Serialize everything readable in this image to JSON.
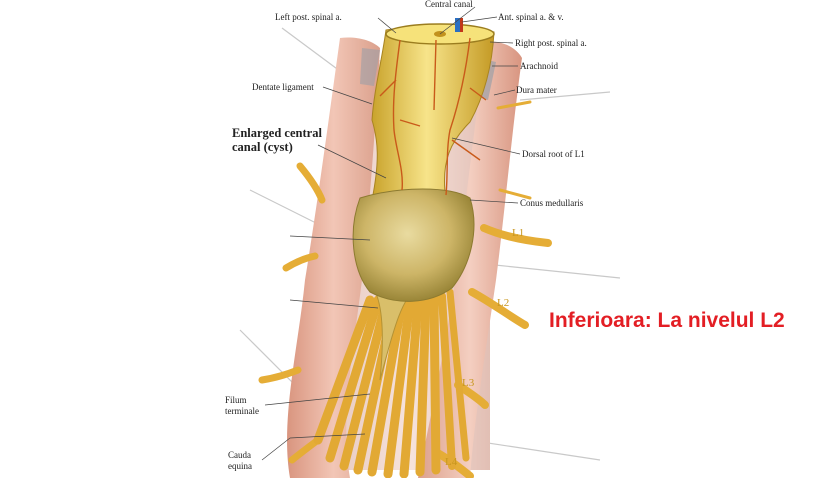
{
  "labels": {
    "central_canal": "Central canal",
    "left_post_spinal": "Left post. spinal a.",
    "ant_spinal": "Ant. spinal a. & v.",
    "right_post_spinal": "Right post. spinal a.",
    "arachnoid": "Arachnoid",
    "dentate_ligament": "Dentate ligament",
    "dura_mater": "Dura mater",
    "enlarged_line1": "Enlarged central",
    "enlarged_line2": "canal (cyst)",
    "dorsal_root": "Dorsal root of L1",
    "conus": "Conus medullaris",
    "filum_line1": "Filum",
    "filum_line2": "terminale",
    "cauda_line1": "Cauda",
    "cauda_line2": "equina"
  },
  "levels": {
    "l1": "L1",
    "l2": "L2",
    "l3": "L3",
    "l4": "L4"
  },
  "caption": "Inferioara: La nivelul L2",
  "colors": {
    "caption": "#e31e24",
    "dura": "#e9b6a6",
    "cord": "#f3d65c",
    "nerve": "#e7b23c"
  }
}
